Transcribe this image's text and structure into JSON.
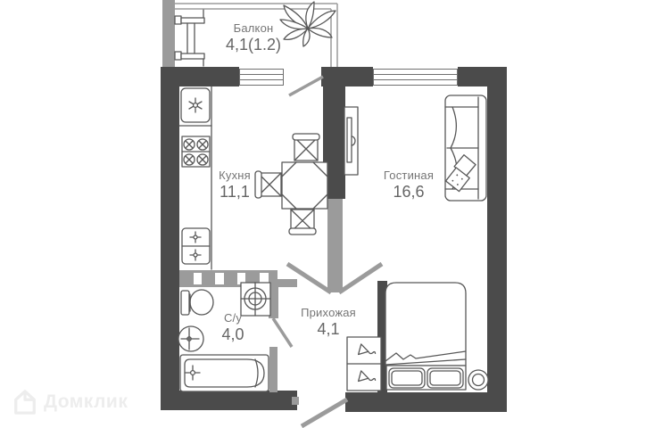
{
  "rooms": {
    "balcony": {
      "name": "Балкон",
      "area": "4,1(1.2)"
    },
    "kitchen": {
      "name": "Кухня",
      "area": "11,1"
    },
    "living": {
      "name": "Гостиная",
      "area": "16,6"
    },
    "bathroom": {
      "name": "С/у",
      "area": "4,0"
    },
    "hallway": {
      "name": "Прихожая",
      "area": "4,1"
    }
  },
  "watermark": {
    "brand": "Домклик"
  },
  "colors": {
    "wall_dark": "#4b4b4b",
    "wall_light": "#9b9b9b",
    "furniture_line": "#575757",
    "label_text": "#757575",
    "area_text": "#666666",
    "watermark": "#ededed",
    "background": "#ffffff"
  },
  "icons": {
    "fridge-icon": "snowflake in rounded square",
    "stove-icon": "four crossed burners",
    "kitchen-sink-icon": "double basin with faucet crosses",
    "dining-table-icon": "octagon table with chairs",
    "chair-icon": "square seat with X",
    "tv-icon": "wall-mounted tv panel",
    "sofa-icon": "sofa with two cushions and pillows",
    "bed-icon": "double bed with two pillows and blanket fold",
    "stool-icon": "round bedside stool",
    "wardrobe-icon": "two cells with clothes hangers",
    "toilet-icon": "tank and bowl",
    "wash-basin-icon": "round basin with faucet cross",
    "bathtub-icon": "tub with faucet cross",
    "washing-machine-icon": "drum with crosshair",
    "plant-icon": "leafy plant sketch",
    "drying-rack-icon": "balcony drying rack",
    "door-icon": "diagonal swing line",
    "window-icon": "multi-line window strip",
    "brand-logo-icon": "house pentagon"
  }
}
